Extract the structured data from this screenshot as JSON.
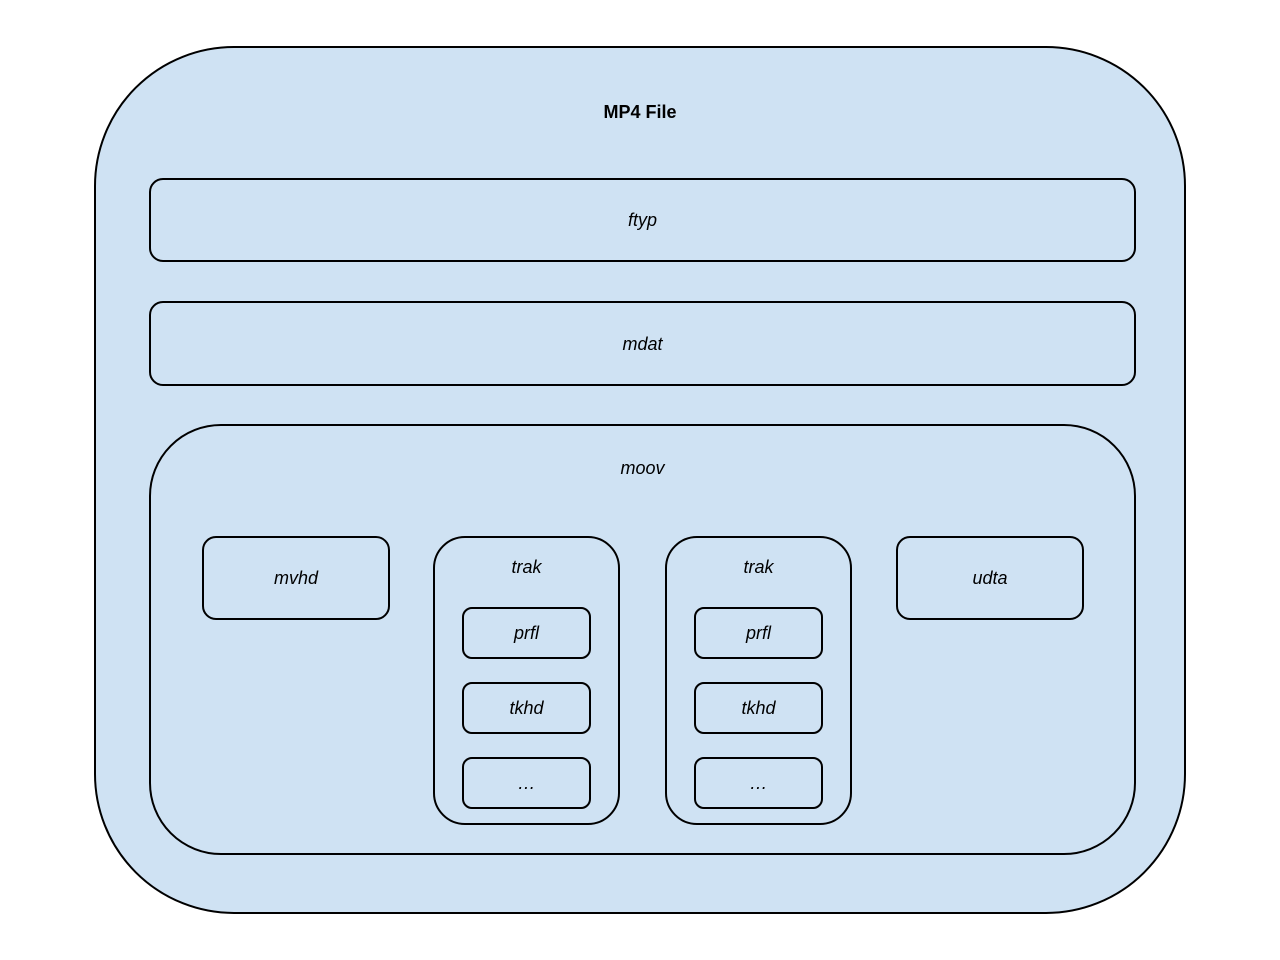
{
  "diagram": {
    "root": {
      "label": "MP4 File"
    },
    "ftyp": {
      "label": "ftyp"
    },
    "mdat": {
      "label": "mdat"
    },
    "moov": {
      "label": "moov",
      "mvhd": {
        "label": "mvhd"
      },
      "udta": {
        "label": "udta"
      },
      "traks": [
        {
          "label": "trak",
          "children": [
            "prfl",
            "tkhd",
            "…"
          ]
        },
        {
          "label": "trak",
          "children": [
            "prfl",
            "tkhd",
            "…"
          ]
        }
      ]
    }
  },
  "colors": {
    "fill": "#cfe2f3",
    "stroke": "#000000"
  }
}
